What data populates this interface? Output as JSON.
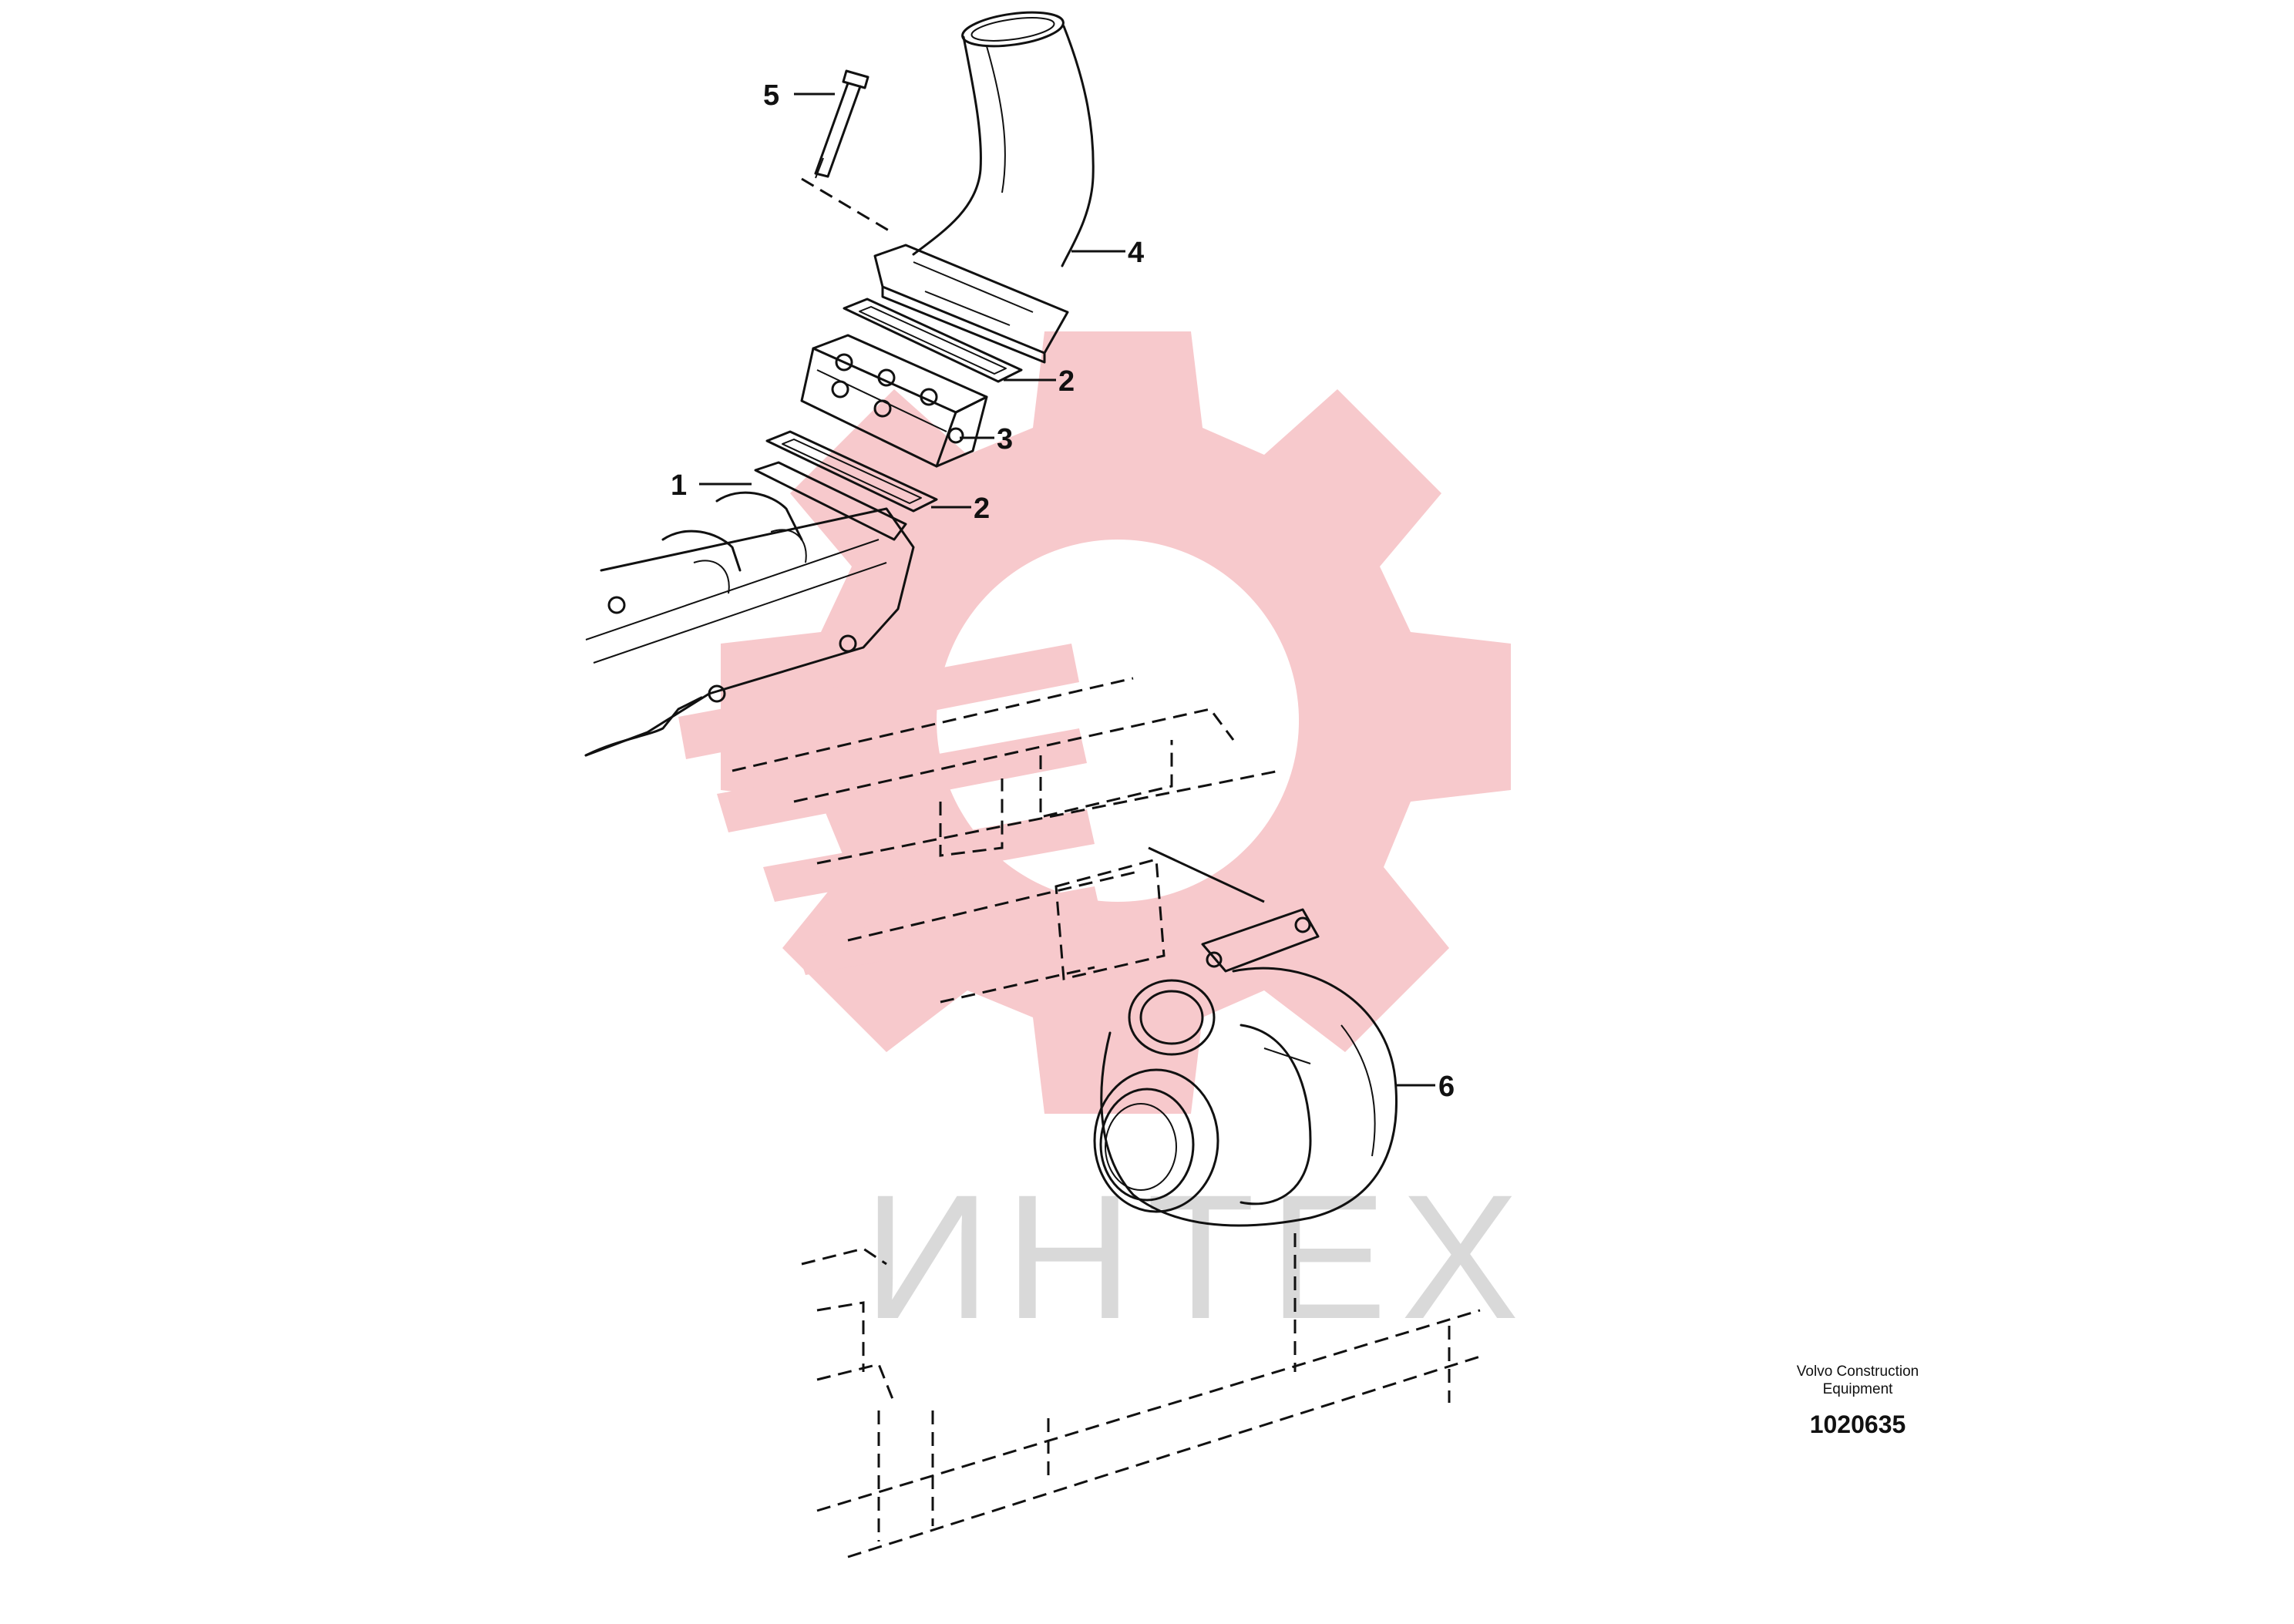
{
  "watermark": {
    "text": "ИНТЕХ",
    "gear_color": "#f7c9cc",
    "text_color": "#d9d9d9"
  },
  "callouts": [
    {
      "id": "1",
      "label": "1"
    },
    {
      "id": "2a",
      "label": "2"
    },
    {
      "id": "2b",
      "label": "2"
    },
    {
      "id": "3",
      "label": "3"
    },
    {
      "id": "4",
      "label": "4"
    },
    {
      "id": "5",
      "label": "5"
    },
    {
      "id": "6",
      "label": "6"
    }
  ],
  "caption": {
    "manufacturer_line1": "Volvo Construction",
    "manufacturer_line2": "Equipment",
    "drawing_number": "1020635"
  }
}
